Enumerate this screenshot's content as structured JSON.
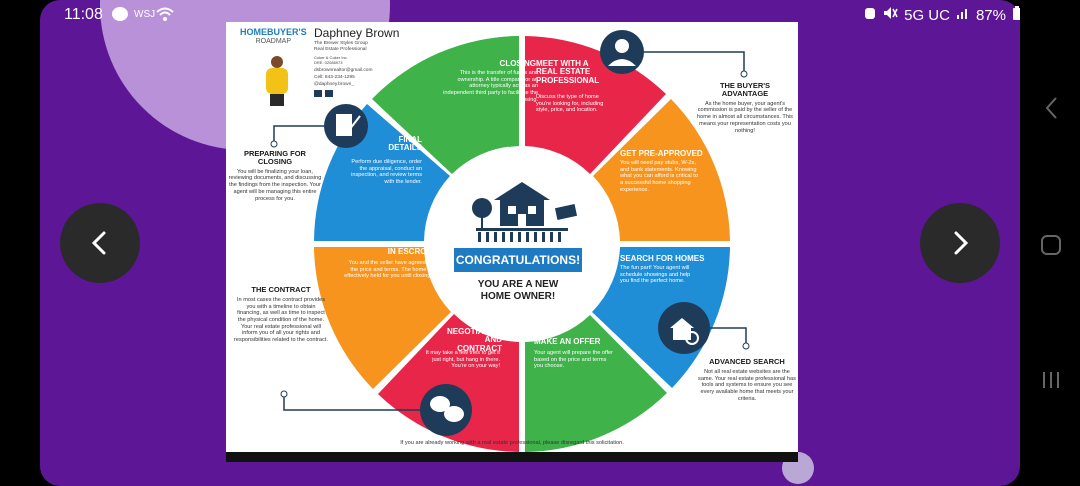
{
  "status_bar": {
    "time": "11:08",
    "carrier": "WSJ",
    "network": "5G UC",
    "battery": "87%"
  },
  "flyer": {
    "roadmap_title": "HOMEBUYER'S",
    "roadmap_sub": "ROADMAP",
    "agent": {
      "name": "Daphney Brown",
      "company": "The Brewer Styles Group",
      "role": "Real Estate Professional",
      "line3": "Coker & Coker Inc.",
      "line4": "DRE: 02086973",
      "email": "dsbrownrealtor@gmail.com",
      "phone": "Cell: 843-234-1295",
      "social": "@daphney.brown_"
    },
    "center": {
      "congrats": "CONGRATULATIONS!",
      "subline": "YOU ARE A NEW HOME OWNER!"
    },
    "segments": {
      "closing": {
        "title": "CLOSING",
        "body": "This is the transfer of funds and ownership. A title company or an attorney typically acts as an independent third party to facilitate the closing."
      },
      "meet": {
        "title": "MEET WITH A REAL ESTATE PROFESSIONAL",
        "body": "Discuss the type of home you're looking for, including style, price, and location."
      },
      "final": {
        "title": "FINAL DETAILS",
        "body": "Perform due diligence, order the appraisal, conduct an inspection, and review terms with the lender."
      },
      "preapproved": {
        "title": "GET PRE-APPROVED",
        "body": "You will need pay stubs, W-2s, and bank statements. Knowing what you can afford is critical to a successful home shopping experience."
      },
      "escrow": {
        "title": "IN ESCROW",
        "body": "You and the seller have agreed to the price and terms. The home is effectively held for you until closing."
      },
      "search": {
        "title": "SEARCH FOR HOMES",
        "body": "The fun part! Your agent will schedule showings and help you find the perfect home."
      },
      "negotiation": {
        "title": "NEGOTIATION AND CONTRACT",
        "body": "It may take a few tries to get it just right, but hang in there. You're on your way!"
      },
      "offer": {
        "title": "MAKE AN OFFER",
        "body": "Your agent will prepare the offer based on the price and terms you choose."
      }
    },
    "callouts": {
      "buyers_advantage": {
        "title": "THE BUYER'S ADVANTAGE",
        "body": "As the home buyer, your agent's commission is paid by the seller of the home in almost all circumstances. This means your representation costs you nothing!"
      },
      "preparing": {
        "title": "PREPARING FOR CLOSING",
        "body": "You will be finalizing your loan, reviewing documents, and discussing the findings from the inspection. Your agent will be managing this entire process for you."
      },
      "contract": {
        "title": "THE CONTRACT",
        "body": "In most cases the contract provides you with a timeline to obtain financing, as well as time to inspect the physical condition of the home. Your real estate professional will inform you of all your rights and responsibilities related to the contract."
      },
      "advanced": {
        "title": "ADVANCED SEARCH",
        "body": "Not all real estate websites are the same. Your real estate professional has tools and systems to ensure you see every available home that meets your criteria."
      }
    },
    "footer": "If you are already working with a real estate professional, please disregard this solicitation."
  },
  "colors": {
    "green": "#3fb24a",
    "red": "#e8264a",
    "orange": "#f7941d",
    "blue": "#1f8ed6",
    "navy": "#1e3c5a",
    "purple_bg": "#5d1796",
    "lilac": "#b891d8"
  },
  "icons": [
    "chevron-left-icon",
    "chevron-right-icon",
    "house-icon",
    "agent-icon",
    "document-icon",
    "search-house-icon",
    "negotiation-icon"
  ]
}
